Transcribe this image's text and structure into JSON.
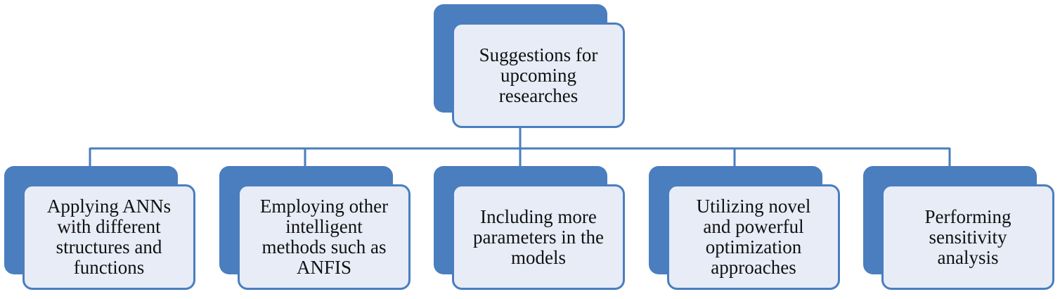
{
  "diagram": {
    "root": {
      "label": "Suggestions for\nupcoming\nresearches"
    },
    "children": [
      {
        "label": "Applying ANNs\nwith different\nstructures and\nfunctions"
      },
      {
        "label": "Employing other\nintelligent\nmethods such as\nANFIS"
      },
      {
        "label": "Including more\nparameters in the\nmodels"
      },
      {
        "label": "Utilizing novel\nand powerful\noptimization\napproaches"
      },
      {
        "label": "Performing\nsensitivity\nanalysis"
      }
    ]
  },
  "colors": {
    "box_fill": "#4a7ebe",
    "card_fill": "#e7ecf7",
    "connector": "#4a7ebe",
    "text": "#111111"
  }
}
